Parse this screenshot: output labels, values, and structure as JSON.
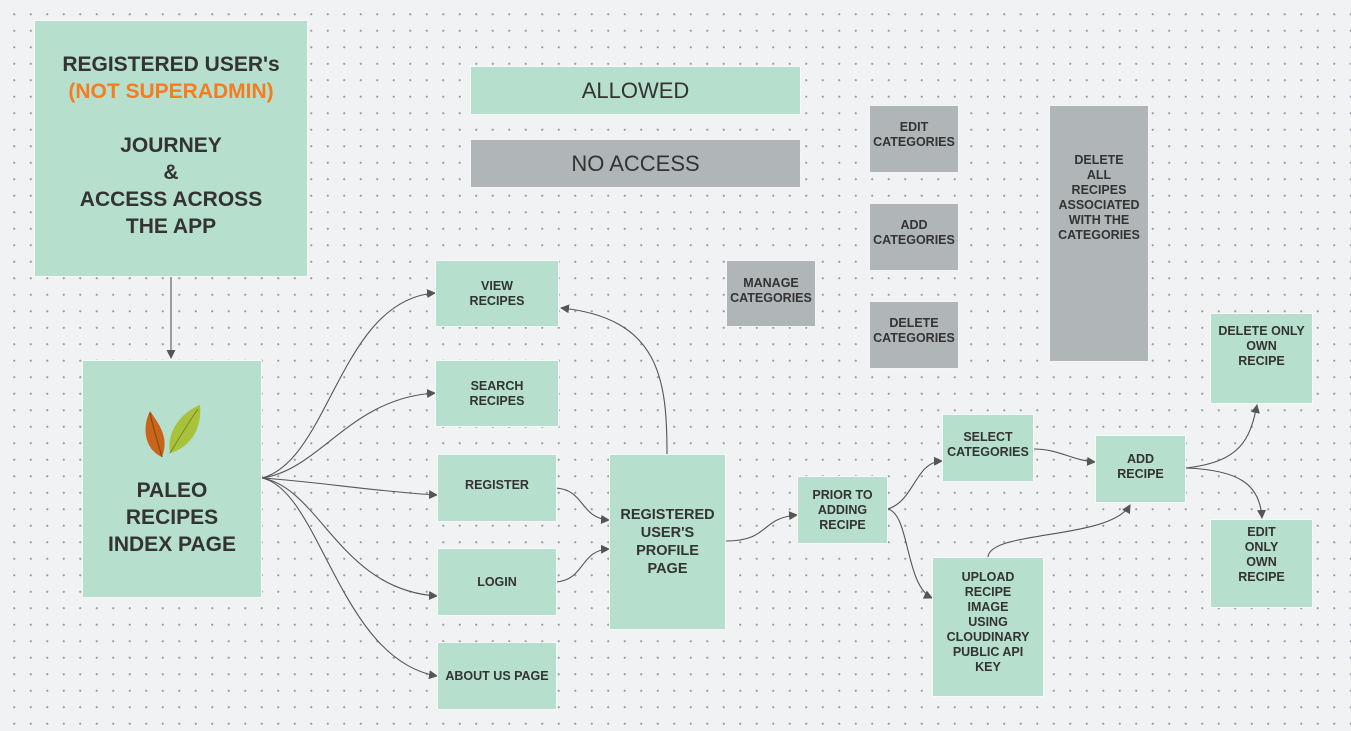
{
  "title": {
    "line1": "REGISTERED USER's",
    "highlight": "(NOT SUPERADMIN)",
    "line2": "JOURNEY\n&\nACCESS ACROSS\nTHE APP"
  },
  "legend": {
    "allowed": "ALLOWED",
    "no_access": "NO ACCESS"
  },
  "colors": {
    "allowed": "#b6dfcd",
    "no_access": "#b0b6b8",
    "highlight": "#f37d20",
    "leaf_left": "#c7661a",
    "leaf_right": "#a9c23c",
    "edge": "#555555"
  },
  "nodes": {
    "index_page": "PALEO\nRECIPES\nINDEX PAGE",
    "view_recipes": "VIEW\nRECIPES",
    "search_recipes": "SEARCH\nRECIPES",
    "register": "REGISTER",
    "login": "LOGIN",
    "about_us": "ABOUT US PAGE",
    "profile_page": "REGISTERED\nUSER'S\nPROFILE\nPAGE",
    "manage_categories": "MANAGE\nCATEGORIES",
    "edit_categories": "EDIT\nCATEGORIES",
    "add_categories": "ADD\nCATEGORIES",
    "delete_categories": "DELETE\nCATEGORIES",
    "delete_all_recipes": "DELETE\nALL\nRECIPES\nASSOCIATED\nWITH THE\nCATEGORIES",
    "prior_to_adding": "PRIOR TO\nADDING\nRECIPE",
    "select_categories": "SELECT\nCATEGORIES",
    "upload_image": "UPLOAD\nRECIPE\nIMAGE\nUSING\nCLOUDINARY\nPUBLIC API\nKEY",
    "add_recipe": "ADD\nRECIPE",
    "delete_own_recipe": "DELETE ONLY\nOWN\nRECIPE",
    "edit_own_recipe": "EDIT\nONLY\nOWN\nRECIPE"
  },
  "edges": [
    {
      "from": "title",
      "to": "index_page"
    },
    {
      "from": "index_page",
      "to": "view_recipes"
    },
    {
      "from": "index_page",
      "to": "search_recipes"
    },
    {
      "from": "index_page",
      "to": "register"
    },
    {
      "from": "index_page",
      "to": "login"
    },
    {
      "from": "index_page",
      "to": "about_us"
    },
    {
      "from": "register",
      "to": "profile_page"
    },
    {
      "from": "login",
      "to": "profile_page"
    },
    {
      "from": "profile_page",
      "to": "view_recipes"
    },
    {
      "from": "profile_page",
      "to": "prior_to_adding"
    },
    {
      "from": "prior_to_adding",
      "to": "select_categories"
    },
    {
      "from": "prior_to_adding",
      "to": "upload_image"
    },
    {
      "from": "select_categories",
      "to": "add_recipe"
    },
    {
      "from": "upload_image",
      "to": "add_recipe"
    },
    {
      "from": "add_recipe",
      "to": "delete_own_recipe"
    },
    {
      "from": "add_recipe",
      "to": "edit_own_recipe"
    }
  ]
}
